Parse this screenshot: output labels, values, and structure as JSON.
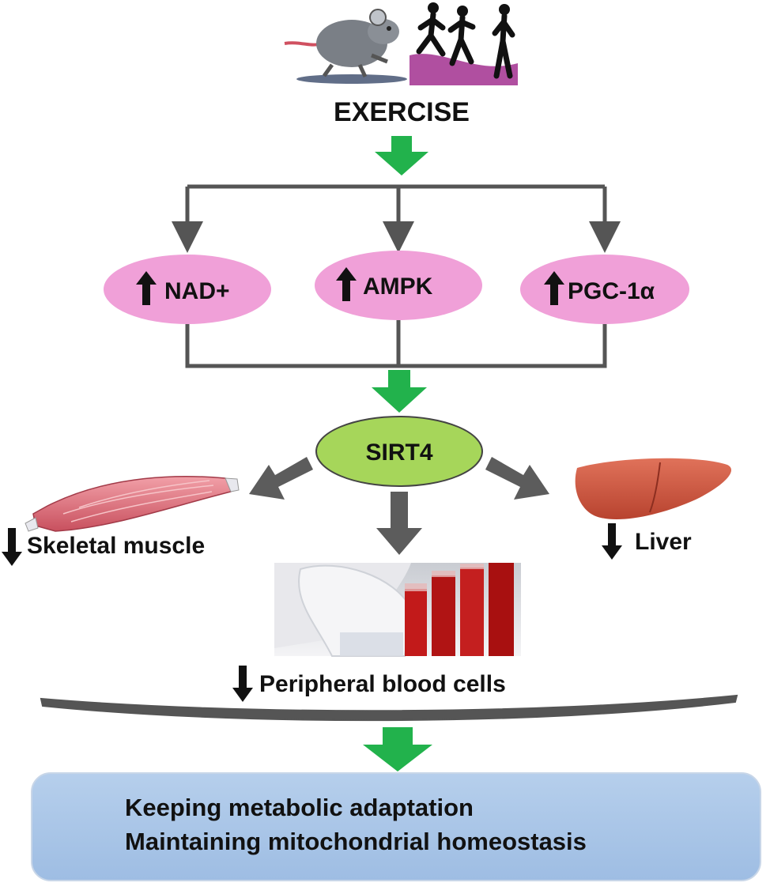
{
  "title": "EXERCISE",
  "mediators": [
    {
      "label": "NAD+",
      "direction": "up"
    },
    {
      "label": "AMPK",
      "direction": "up"
    },
    {
      "label": "PGC-1α",
      "direction": "up"
    }
  ],
  "hub": {
    "label": "SIRT4"
  },
  "targets": [
    {
      "label": "Skeletal muscle",
      "direction": "down"
    },
    {
      "label": "Peripheral blood cells",
      "direction": "down"
    },
    {
      "label": "Liver",
      "direction": "down"
    }
  ],
  "outcomes": [
    "Keeping metabolic adaptation",
    "Maintaining mitochondrial homeostasis"
  ],
  "colors": {
    "mediator_fill": "#f0a0d8",
    "hub_fill": "#a6d65a",
    "green_arrow": "#22b24c",
    "connector": "#555555",
    "outcome_fill": "#a9c6e8"
  },
  "icons": [
    "running-mouse-icon",
    "runners-silhouette-icon",
    "muscle-icon",
    "blood-tubes-image",
    "liver-icon"
  ]
}
